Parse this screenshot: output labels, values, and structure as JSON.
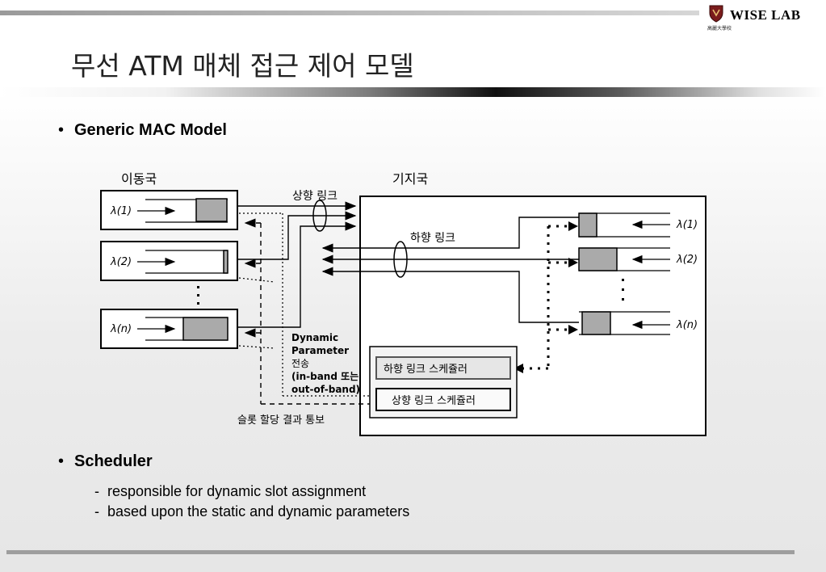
{
  "header": {
    "logo_text": "WISE LAB",
    "logo_subtext": "高麗大學校",
    "title": "무선 ATM 매체 접근 제어 모델"
  },
  "bullets": {
    "generic_mac": "Generic MAC Model",
    "scheduler": "Scheduler",
    "scheduler_items": [
      "responsible for dynamic slot assignment",
      "based upon the static and dynamic parameters"
    ]
  },
  "diagram": {
    "mobile_label": "이동국",
    "base_label": "기지국",
    "uplink_label": "상향 링크",
    "downlink_label": "하향 링크",
    "lambda_1": "λ(1)",
    "lambda_2": "λ(2)",
    "lambda_n": "λ(n)",
    "dynamic_line1": "Dynamic",
    "dynamic_line2": "Parameter",
    "dynamic_line3": "전송",
    "dynamic_line4": "(in-band 또는",
    "dynamic_line5": "out-of-band)",
    "slot_result": "슬롯 할당 결과 통보",
    "downlink_scheduler": "하향 링크 스케쥴러",
    "uplink_scheduler": "상향 링크 스케쥴러"
  }
}
